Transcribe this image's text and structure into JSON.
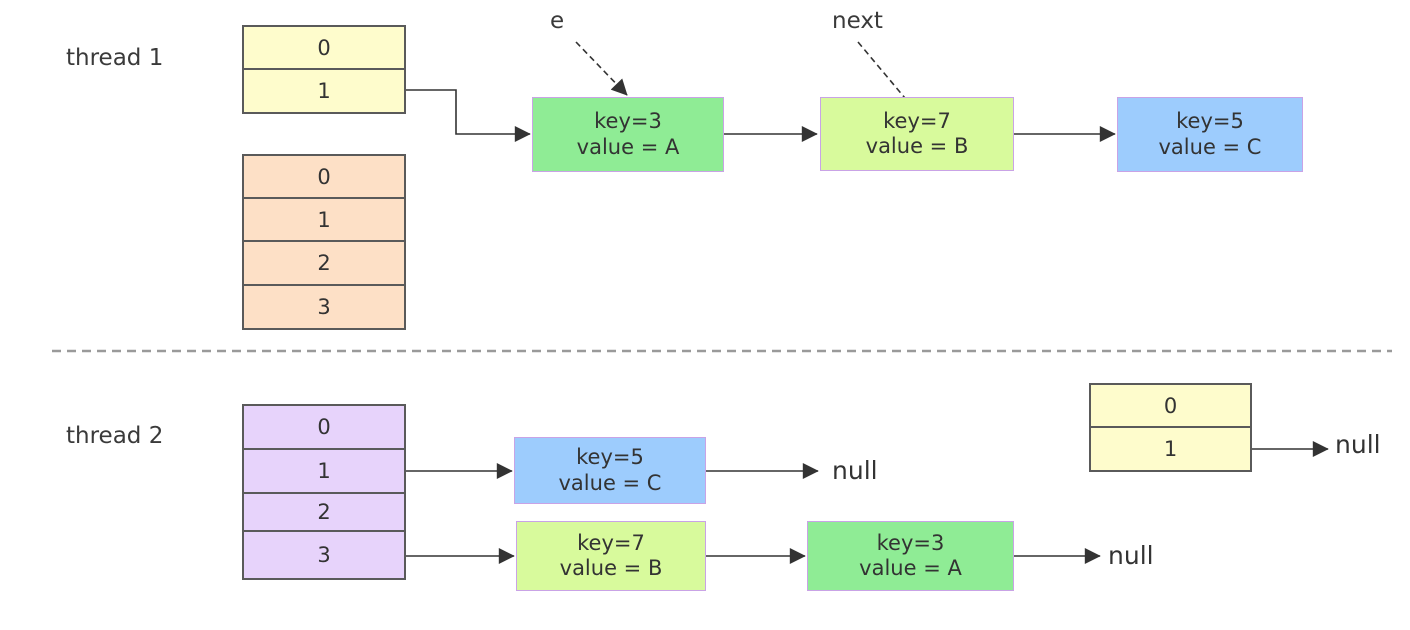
{
  "thread1": {
    "label": "thread 1",
    "old_table": [
      "0",
      "1"
    ],
    "new_table": [
      "0",
      "1",
      "2",
      "3"
    ],
    "pointers": {
      "e": "e",
      "next": "next"
    },
    "chain": [
      {
        "key": "key=3",
        "value": "value = A",
        "color": "#8fec95"
      },
      {
        "key": "key=7",
        "value": "value = B",
        "color": "#d8fa9c"
      },
      {
        "key": "key=5",
        "value": "value = C",
        "color": "#9dccfd"
      }
    ]
  },
  "thread2": {
    "label": "thread 2",
    "new_table": [
      "0",
      "1",
      "2",
      "3"
    ],
    "bucket1_chain": [
      {
        "key": "key=5",
        "value": "value = C",
        "color": "#9dccfd"
      }
    ],
    "bucket1_null": "null",
    "bucket3_chain": [
      {
        "key": "key=7",
        "value": "value = B",
        "color": "#d8fa9c"
      },
      {
        "key": "key=3",
        "value": "value = A",
        "color": "#8fec95"
      }
    ],
    "bucket3_null": "null",
    "old_table": [
      "0",
      "1"
    ],
    "old_table_null": "null"
  },
  "colors": {
    "old_table_fill": "#fefccc",
    "new_table_fill_thread1": "#fde0c6",
    "new_table_fill_thread2": "#e7d3fb",
    "divider": "#9a9a9a"
  }
}
